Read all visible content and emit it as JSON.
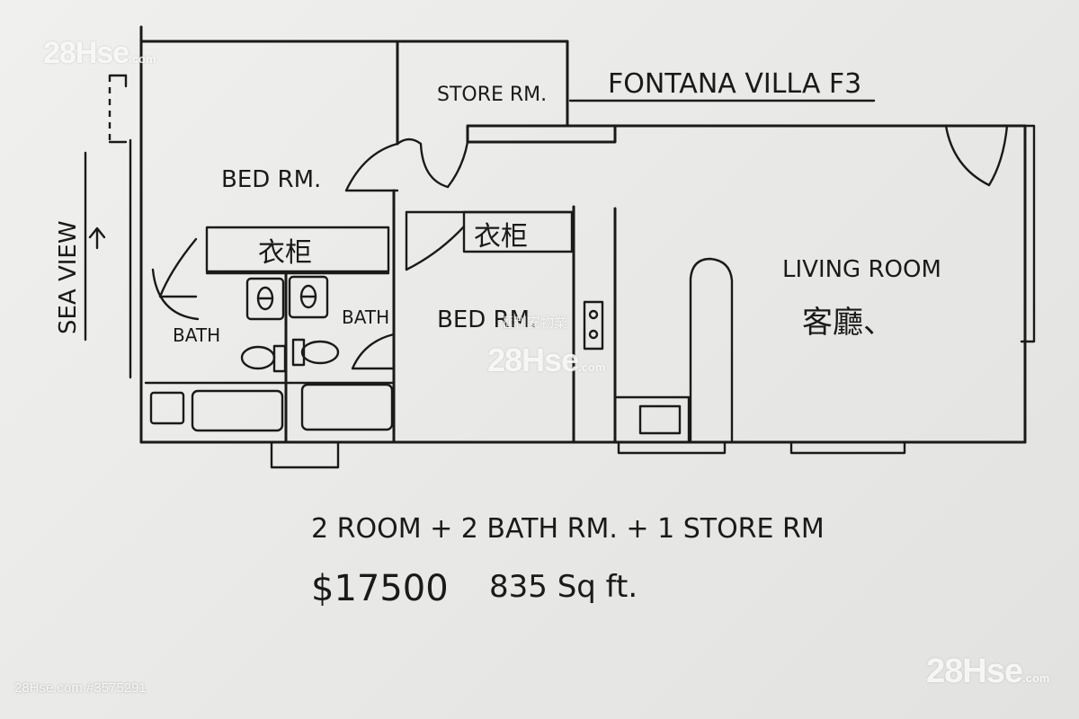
{
  "title": "FONTANA VILLA F3",
  "compass": {
    "label": "SEA VIEW",
    "arrow": "↑"
  },
  "rooms": {
    "store": "STORE RM.",
    "bed_left": "BED RM.",
    "bed_right": "BED RM.",
    "bath_left": "BATH",
    "bath_right": "BATH",
    "wardrobe_left": "衣柜",
    "wardrobe_right": "衣柜",
    "living_en": "LIVING ROOM",
    "living_cn": "客廳、"
  },
  "summary": {
    "layout": "2  ROOM + 2 BATH RM. + 1 STORE RM",
    "price": "$17500",
    "area": "835 Sq ft."
  },
  "watermark": {
    "brand_main": "28Hse",
    "brand_suffix": ".com",
    "agency_cn": "滙利安物業",
    "footer": "28Hse.com #3575291"
  }
}
